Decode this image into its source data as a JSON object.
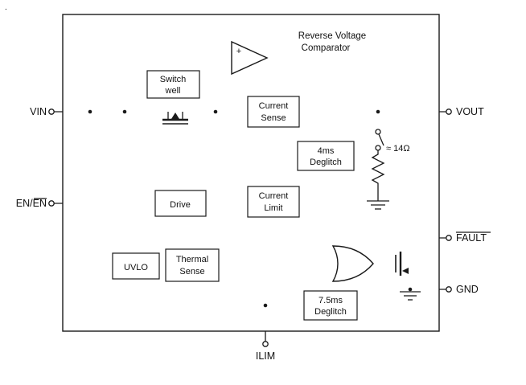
{
  "diagram": {
    "artifact_dot": ".",
    "comparator": {
      "label_line1": "Reverse Voltage",
      "label_line2": "Comparator",
      "plus": "+"
    },
    "blocks": {
      "switch_well": {
        "line1": "Switch",
        "line2": "well"
      },
      "current_sense": {
        "line1": "Current",
        "line2": "Sense"
      },
      "deglitch_4ms": {
        "line1": "4ms",
        "line2": "Deglitch"
      },
      "current_limit": {
        "line1": "Current",
        "line2": "Limit"
      },
      "drive": {
        "label": "Drive"
      },
      "uvlo": {
        "label": "UVLO"
      },
      "thermal_sense": {
        "line1": "Thermal",
        "line2": "Sense"
      },
      "deglitch_7p5ms": {
        "line1": "7.5ms",
        "line2": "Deglitch"
      }
    },
    "pins": {
      "vin": "VIN",
      "en_prefix": "EN/",
      "en_bar": "EN",
      "vout": "VOUT",
      "fault": "FAULT",
      "gnd": "GND",
      "ilim": "ILIM"
    },
    "resistor": {
      "value": "≈ 14Ω"
    }
  }
}
